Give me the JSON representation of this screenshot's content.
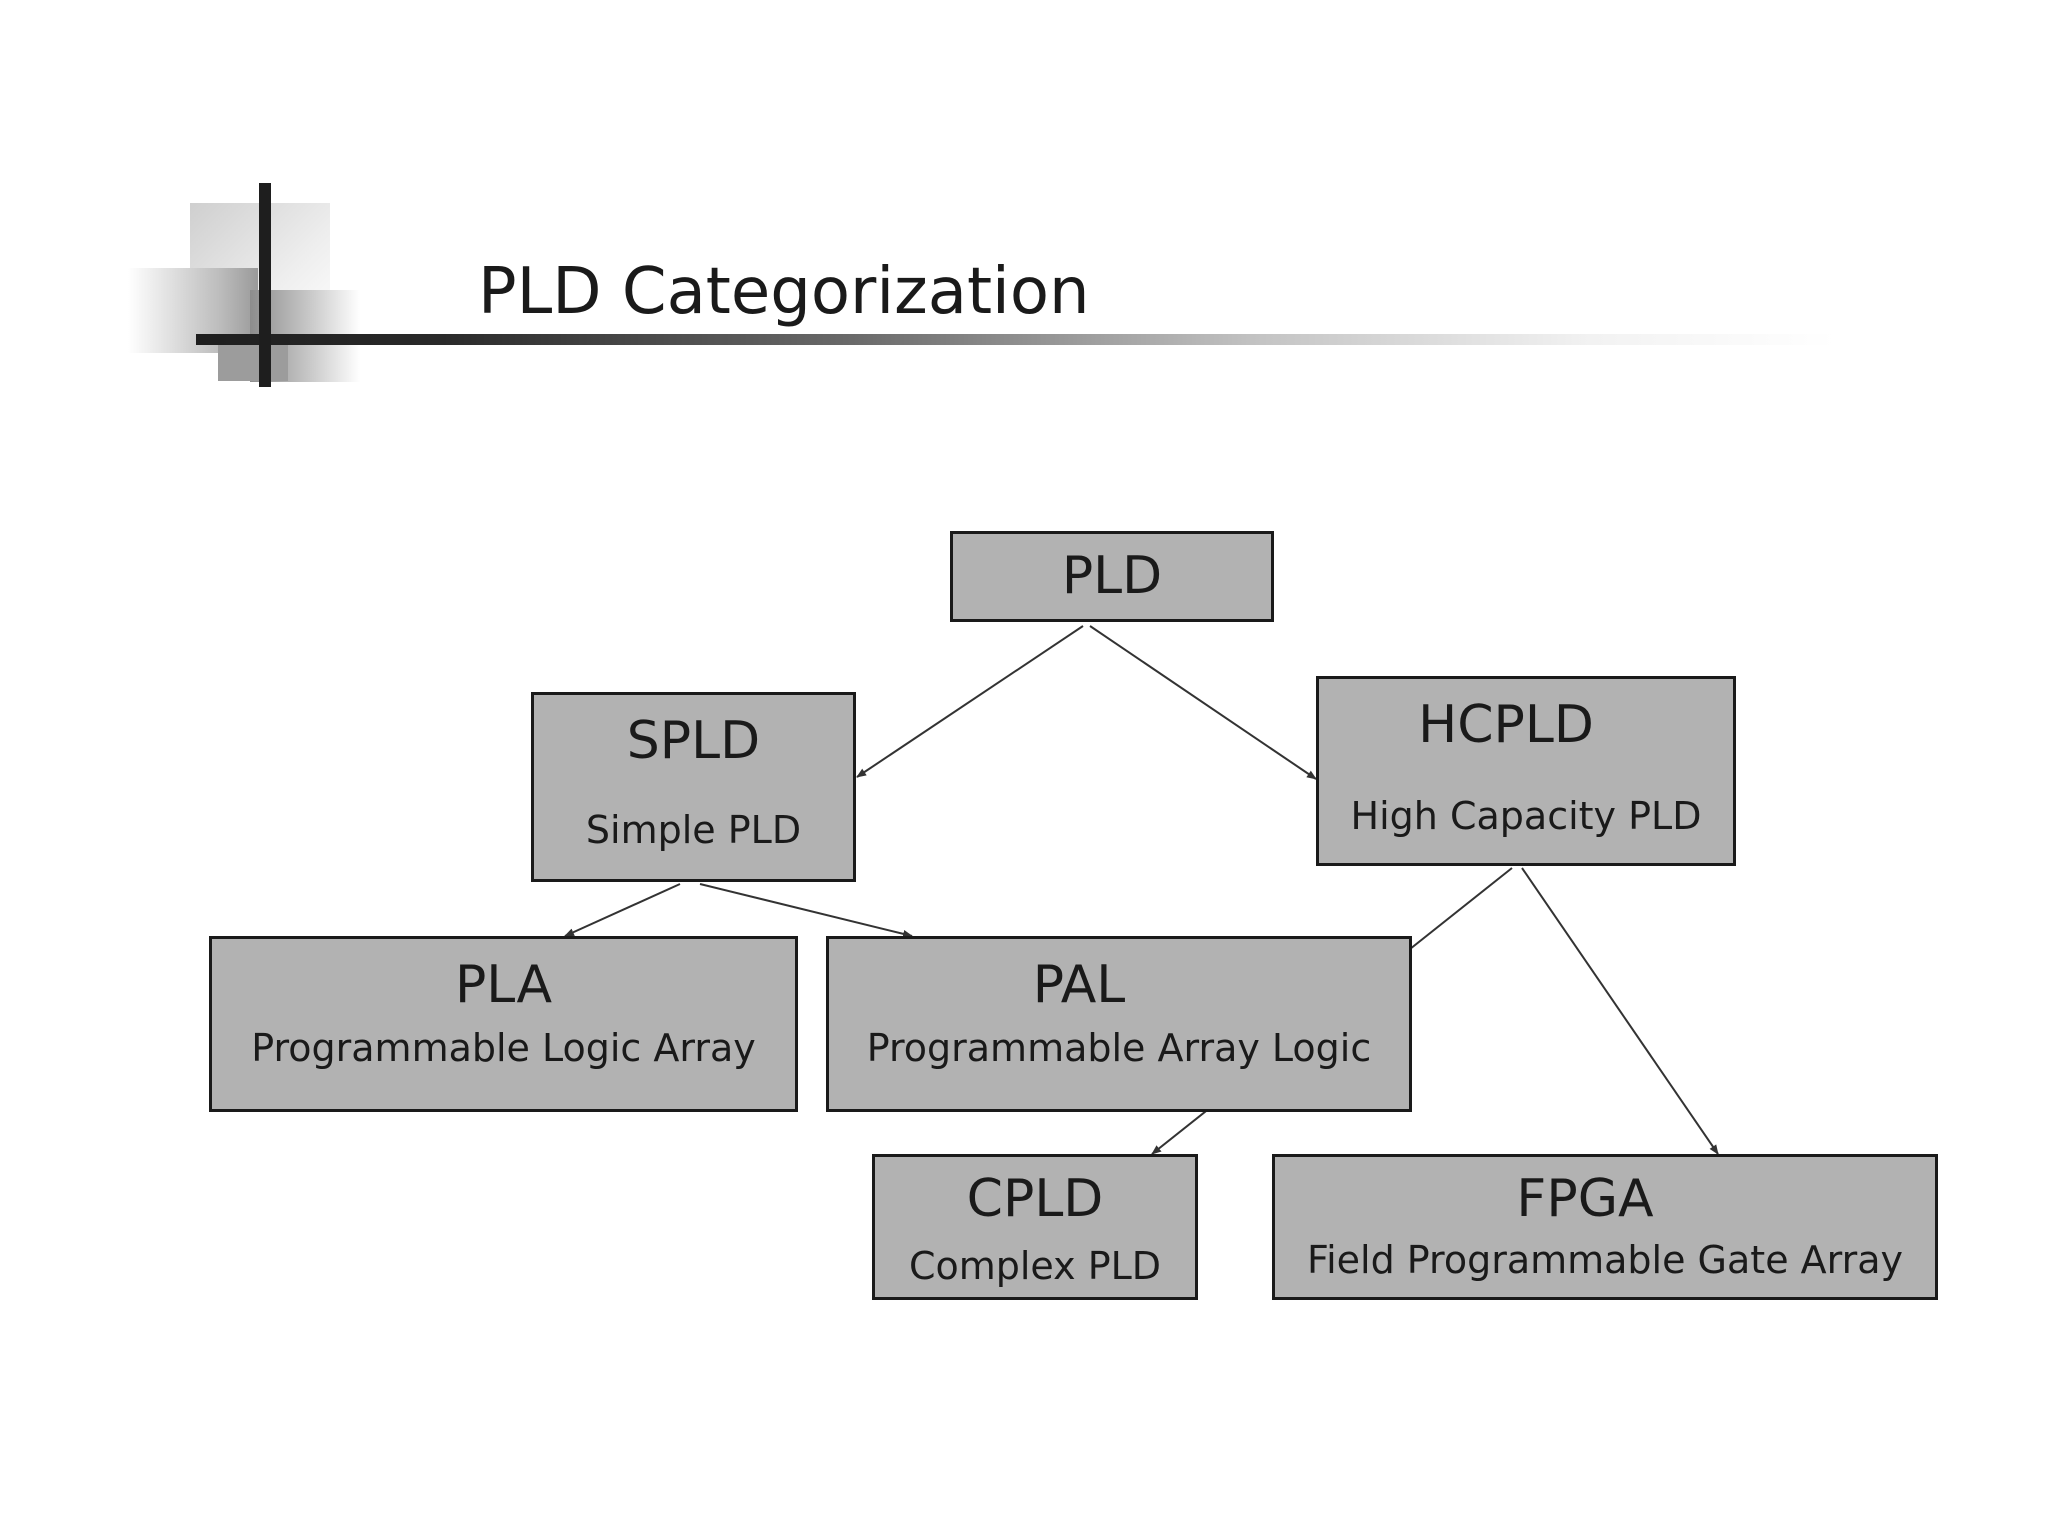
{
  "slide": {
    "title": "PLD Categorization"
  },
  "diagram": {
    "nodes": {
      "pld": {
        "title": "PLD"
      },
      "spld": {
        "title": "SPLD",
        "subtitle": "Simple PLD"
      },
      "hcpld": {
        "title": "HCPLD",
        "subtitle": "High Capacity PLD"
      },
      "pla": {
        "title": "PLA",
        "subtitle": "Programmable Logic Array"
      },
      "pal": {
        "title": "PAL",
        "subtitle": "Programmable Array Logic"
      },
      "cpld": {
        "title": "CPLD",
        "subtitle": "Complex PLD"
      },
      "fpga": {
        "title": "FPGA",
        "subtitle": "Field Programmable Gate Array"
      }
    },
    "edges": [
      {
        "from": "PLD",
        "to": "SPLD"
      },
      {
        "from": "PLD",
        "to": "HCPLD"
      },
      {
        "from": "SPLD",
        "to": "PLA"
      },
      {
        "from": "SPLD",
        "to": "PAL"
      },
      {
        "from": "HCPLD",
        "to": "CPLD"
      },
      {
        "from": "HCPLD",
        "to": "FPGA"
      }
    ],
    "colors": {
      "box_fill": "#b2b2b2",
      "box_border": "#1a1a1a",
      "arrow": "#333333"
    }
  }
}
